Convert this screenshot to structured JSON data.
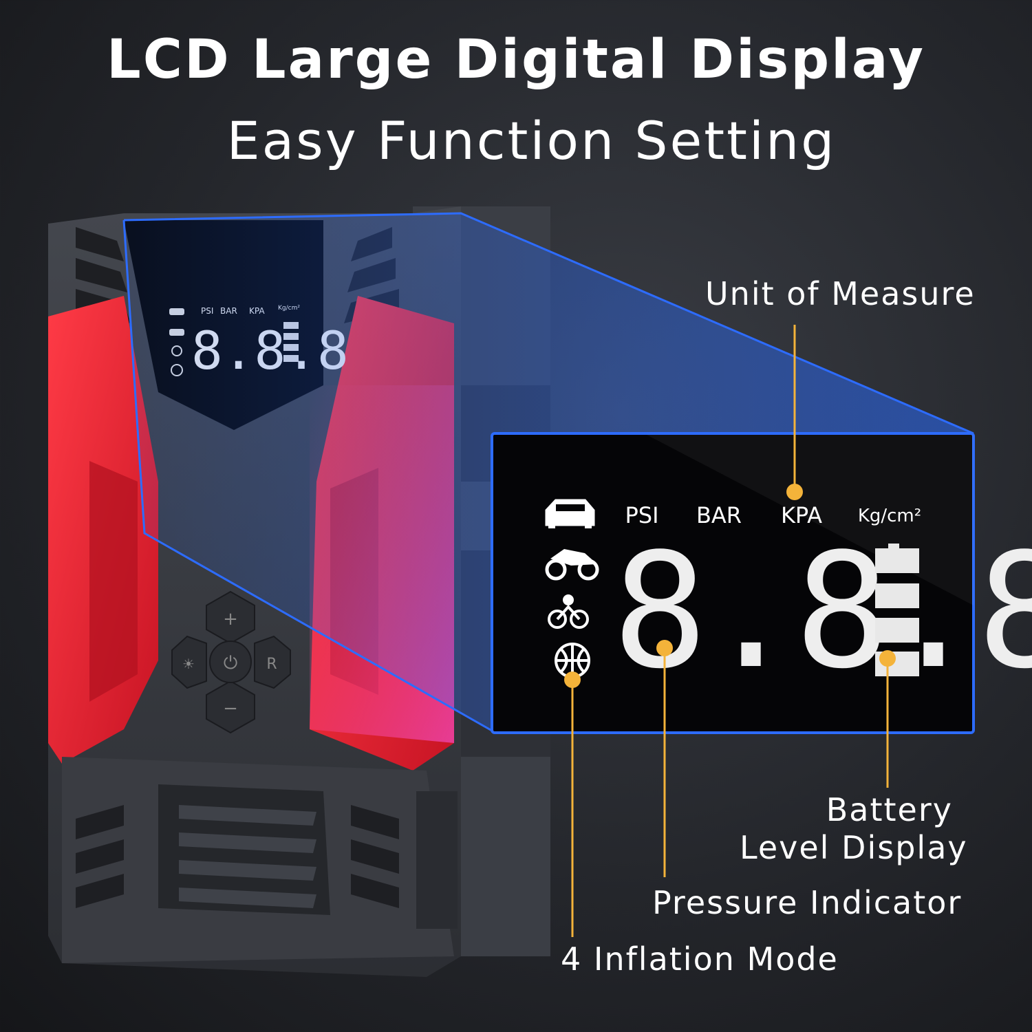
{
  "header": {
    "title": "LCD Large Digital Display",
    "subtitle": "Easy Function Setting"
  },
  "callouts": {
    "unit": "Unit of Measure",
    "battery_line1": "Battery",
    "battery_line2": "Level Display",
    "pressure": "Pressure Indicator",
    "modes": "4 Inflation Mode"
  },
  "lcd": {
    "units": [
      "PSI",
      "BAR",
      "KPA",
      "Kg/cm²"
    ],
    "reading": "8.8.8",
    "mode_icons": [
      "car-icon",
      "motorcycle-icon",
      "bicycle-icon",
      "ball-icon"
    ],
    "battery_bars": 4
  },
  "device": {
    "buttons": {
      "plus": "+",
      "minus": "−",
      "light": "☀",
      "power": "⏻",
      "reset": "R"
    }
  },
  "colors": {
    "accent_orange": "#f4b33a",
    "body_red": "#e8263a",
    "body_dark": "#3a3c42",
    "zoom_blue": "#1f6bff"
  }
}
